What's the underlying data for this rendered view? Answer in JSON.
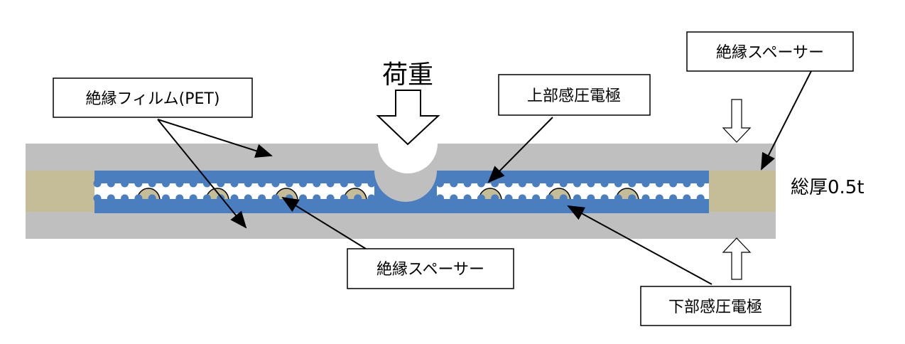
{
  "colors": {
    "film": "#bfbfbf",
    "spacer": "#c4bd97",
    "electrode": "#4a7ebe",
    "leader": "#000000"
  },
  "labels": {
    "load": "荷重",
    "insulating_film": "絶縁フィルム(PET)",
    "upper_electrode": "上部感圧電極",
    "spacer_top": "絶縁スペーサー",
    "spacer_bottom": "絶縁スペーサー",
    "lower_electrode": "下部感圧電極",
    "total_thickness": "総厚0.5t"
  }
}
